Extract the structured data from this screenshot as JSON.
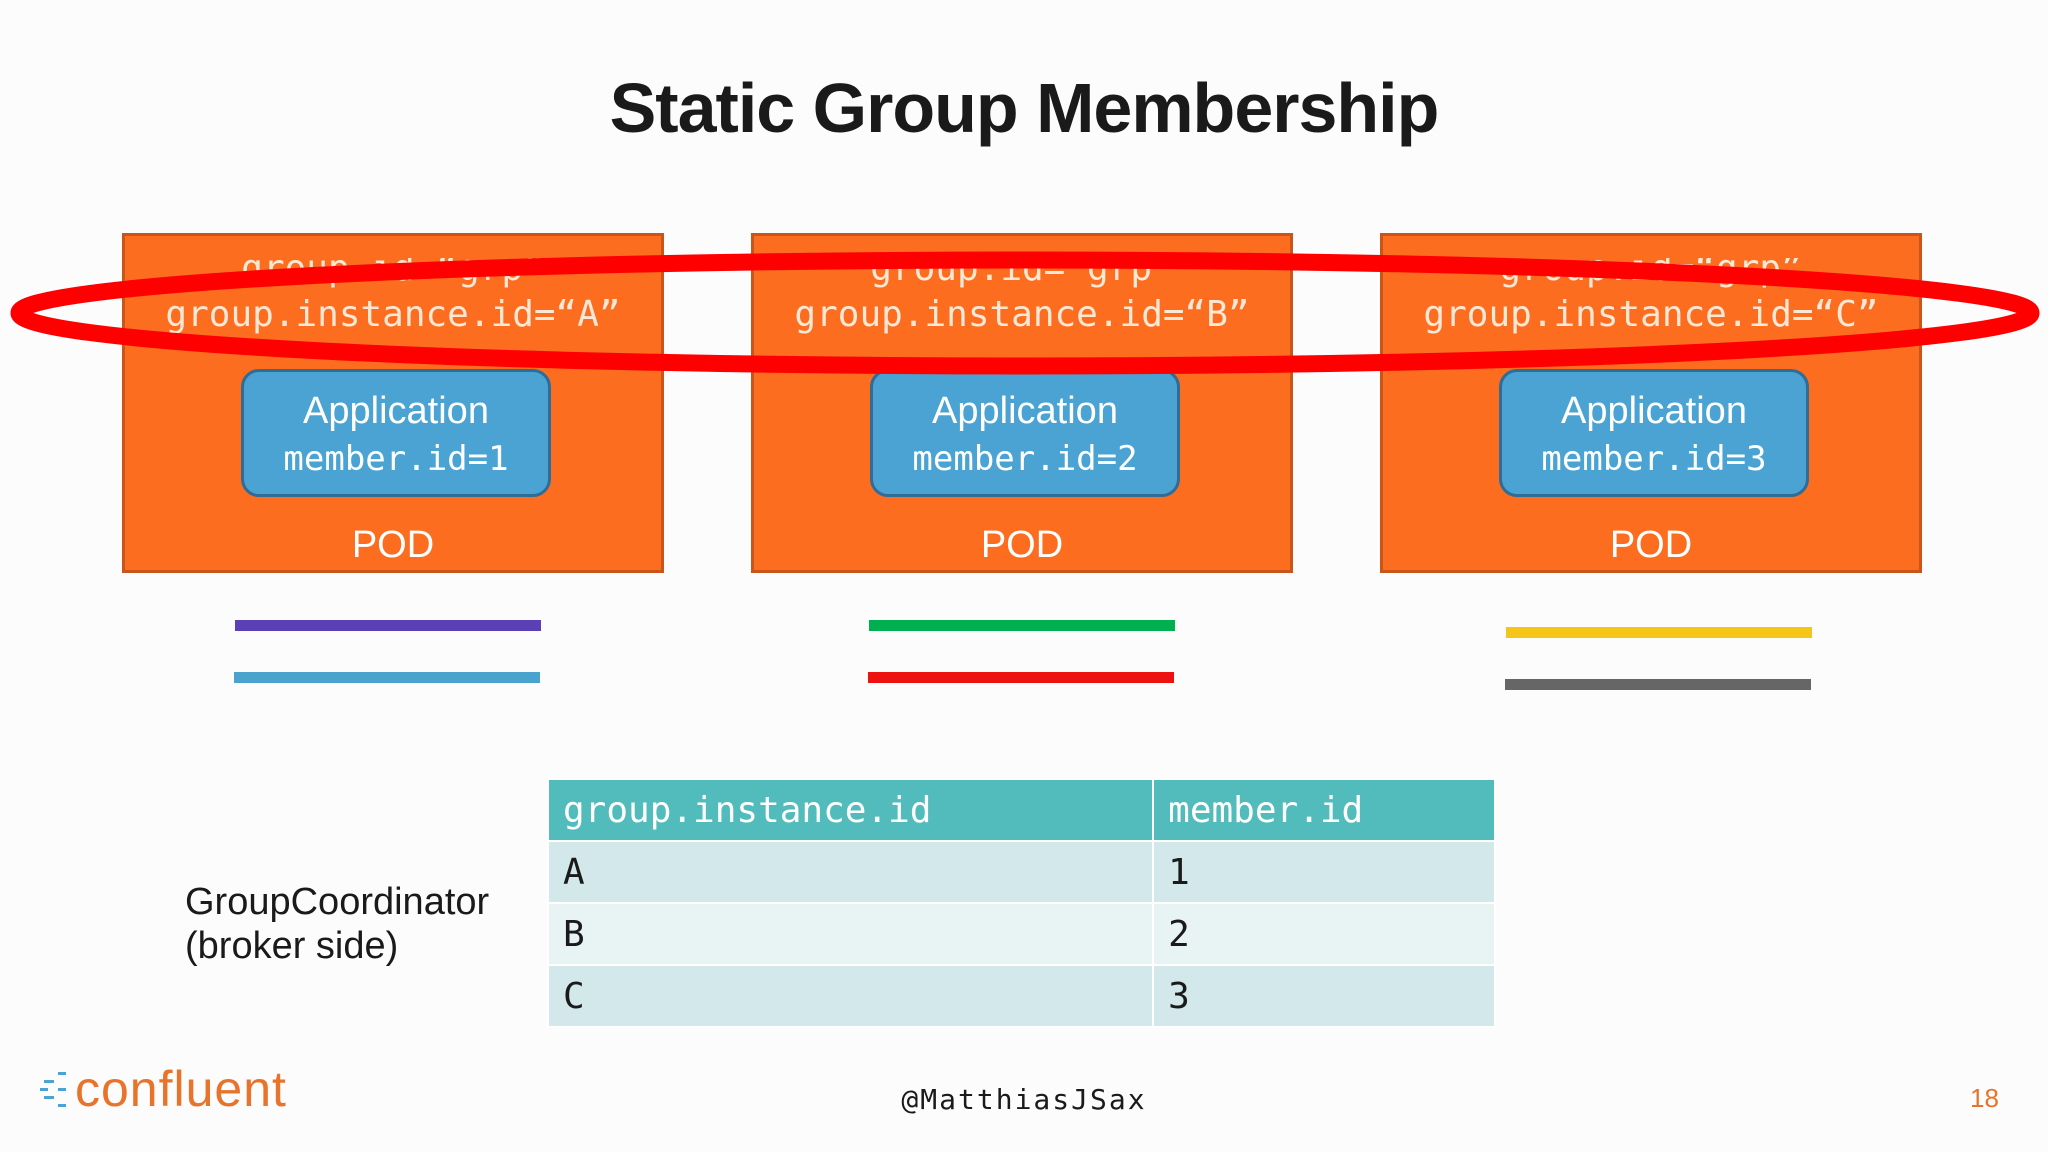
{
  "slide": {
    "title": "Static Group Membership",
    "pods": [
      {
        "group_id": "group.id=“grp”",
        "instance_id": "group.instance.id=“A”",
        "app_title": "Application",
        "member_id": "member.id=1",
        "label": "POD"
      },
      {
        "group_id": "group.id=“grp”",
        "instance_id": "group.instance.id=“B”",
        "app_title": "Application",
        "member_id": "member.id=2",
        "label": "POD"
      },
      {
        "group_id": "group.id=“grp”",
        "instance_id": "group.instance.id=“C”",
        "app_title": "Application",
        "member_id": "member.id=3",
        "label": "POD"
      }
    ],
    "partition_colors": [
      [
        "#5b3fb5",
        "#4aa3cc"
      ],
      [
        "#00b050",
        "#ee1111"
      ],
      [
        "#f5c518",
        "#666666"
      ]
    ],
    "coordinator": {
      "line1": "GroupCoordinator",
      "line2": "(broker side)"
    },
    "table": {
      "headers": [
        "group.instance.id",
        "member.id"
      ],
      "rows": [
        [
          "A",
          "1"
        ],
        [
          "B",
          "2"
        ],
        [
          "C",
          "3"
        ]
      ]
    },
    "footer": {
      "handle": "@MatthiasJSax",
      "page": "18",
      "logo_text": "confluent"
    },
    "colors": {
      "pod": "#fc6d1f",
      "app": "#4aa3d2",
      "ring": "#ff0000",
      "table_header": "#52bcbc",
      "brand": "#e8732a"
    }
  }
}
